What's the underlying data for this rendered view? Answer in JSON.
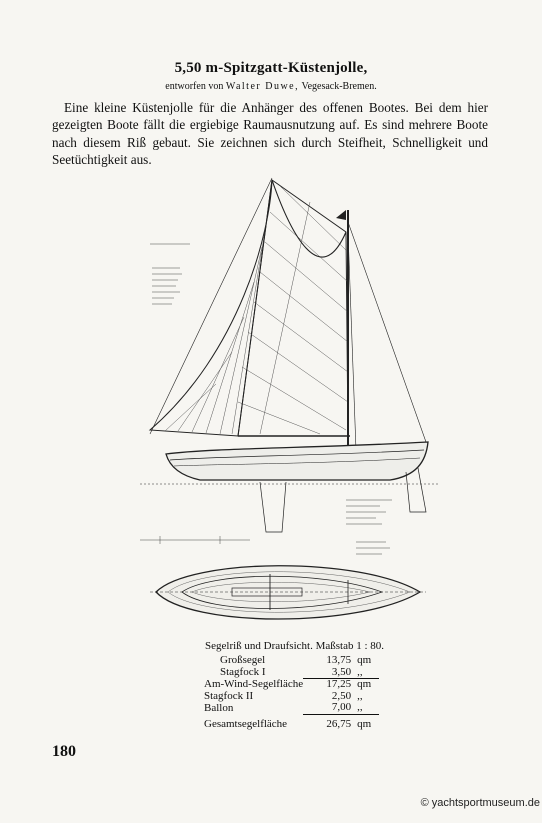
{
  "title": "5,50 m-Spitzgatt-Küstenjolle,",
  "designer": {
    "prefix": "entworfen von",
    "name": "Walter Duwe,",
    "place": "Vegesack-Bremen."
  },
  "intro": "Eine kleine Küstenjolle für die Anhänger des offenen Bootes. Bei dem hier gezeigten Boote fällt die ergiebige Raumausnutzung auf. Es sind mehrere Boote nach diesem Riß gebaut. Sie zeichnen sich durch Steifheit, Schnelligkeit und Seetüchtigkeit aus.",
  "caption": "Segelriß und Draufsicht. Maßstab 1 : 80.",
  "sail_areas": [
    {
      "name": "Großsegel",
      "value": "13,75",
      "unit": "qm",
      "indent": true
    },
    {
      "name": "Stagfock I",
      "value": "3,50",
      "unit": ",,",
      "indent": true
    },
    {
      "name": "Am-Wind-Segelfläche",
      "value": "17,25",
      "unit": "qm",
      "indent": false
    },
    {
      "name": "Stagfock II",
      "value": "2,50",
      "unit": ",,",
      "indent": false
    },
    {
      "name": "Ballon",
      "value": "7,00",
      "unit": ",,",
      "indent": false
    },
    {
      "name": "Gesamtsegelfläche",
      "value": "26,75",
      "unit": "qm",
      "indent": false
    }
  ],
  "page_number": "180",
  "watermark": "© yachtsportmuseum.de"
}
